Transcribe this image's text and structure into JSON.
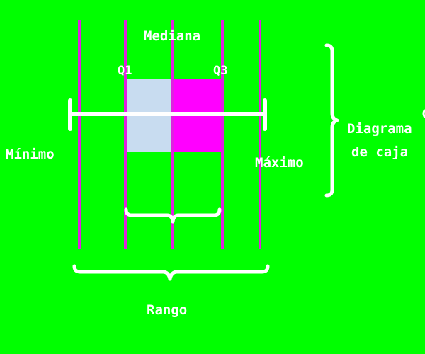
{
  "diagram": {
    "labels": {
      "mediana": "Mediana",
      "q1": "Q1",
      "q3": "Q3",
      "minimo": "Mínimo",
      "maximo": "Máximo",
      "rango": "Rango",
      "diagrama_line1": "Diagrama",
      "diagrama_line2": "de caja"
    },
    "colors": {
      "background": "#00ff00",
      "line": "#e020e0",
      "box_left": "#c8dcf0",
      "box_right": "#ff00ff",
      "text": "#ffffff"
    }
  }
}
